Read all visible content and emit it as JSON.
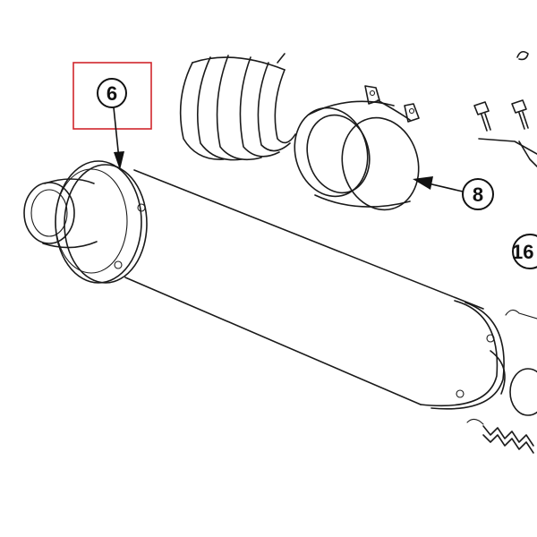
{
  "callouts": {
    "part_6": "6",
    "part_8": "8",
    "part_16": "16"
  },
  "colors": {
    "highlight_box": "#d0262c",
    "line": "#1a1a1a",
    "background": "#ffffff"
  }
}
